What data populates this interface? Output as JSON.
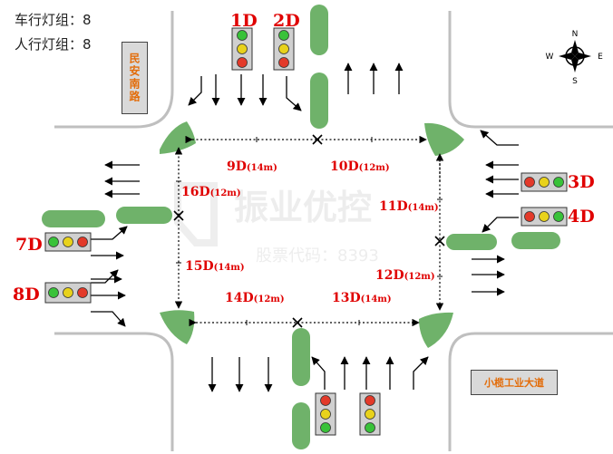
{
  "info": {
    "vehicle_groups": "车行灯组：8",
    "pedestrian_groups": "人行灯组：8"
  },
  "roads": {
    "west_road": "民安南路",
    "south_road": "小榄工业大道"
  },
  "compass": {
    "n": "N",
    "s": "S",
    "e": "E",
    "w": "W"
  },
  "signals": {
    "s1": "1D",
    "s2": "2D",
    "s3": "3D",
    "s4": "4D",
    "s7": "7D",
    "s8": "8D"
  },
  "crossings": [
    {
      "id": "9D",
      "length": "(14m)"
    },
    {
      "id": "10D",
      "length": "(12m)"
    },
    {
      "id": "11D",
      "length": "(14m)"
    },
    {
      "id": "12D",
      "length": "(12m)"
    },
    {
      "id": "13D",
      "length": "(14m)"
    },
    {
      "id": "14D",
      "length": "(12m)"
    },
    {
      "id": "15D",
      "length": "(14m)"
    },
    {
      "id": "16D",
      "length": "(12m)"
    }
  ],
  "watermark": {
    "main": "振业优控",
    "sub": "股票代码：8393"
  },
  "colors": {
    "island": "#6fb26a",
    "label_red": "#e00000",
    "road_name": "#e36c09",
    "lamp_green": "#39c239",
    "lamp_yellow": "#e8d21c",
    "lamp_red": "#e33a2a"
  }
}
